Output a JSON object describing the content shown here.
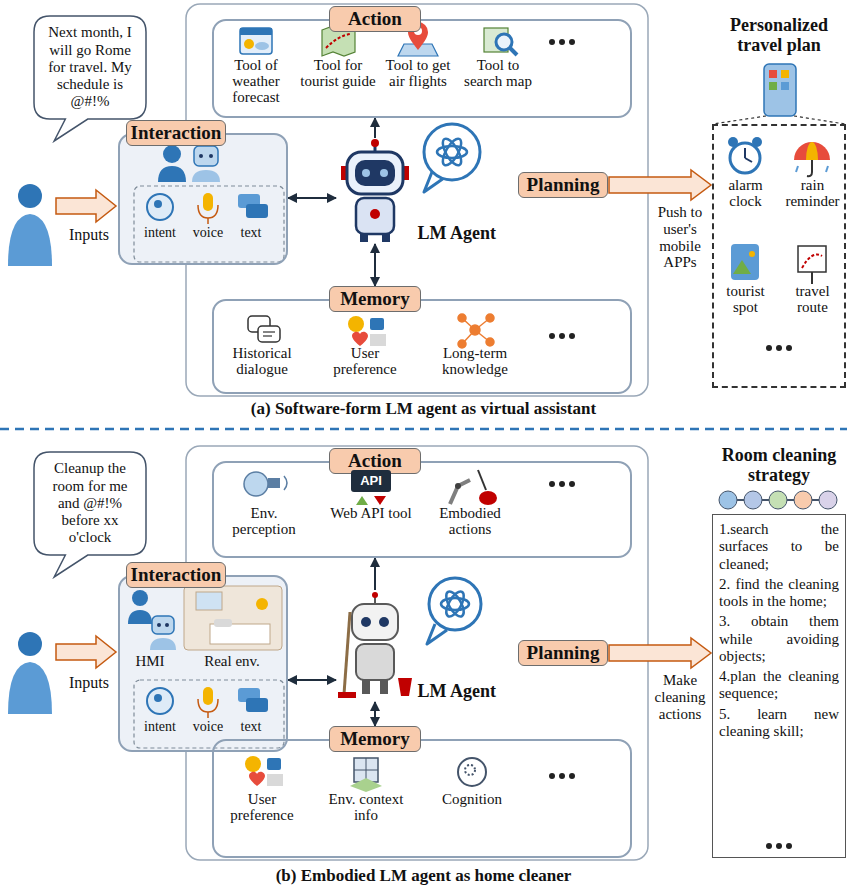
{
  "diagram": {
    "nodes": [
      {
        "text": [
          "Next month, I will go Rome for travel. My schedule is @#!%"
        ]
      },
      {
        "text": [
          "Action"
        ]
      },
      {
        "text": [
          "Tool of weather forecast"
        ],
        "in": 1
      },
      {
        "text": [
          "Tool for tourist guide"
        ],
        "in": 1
      },
      {
        "text": [
          "Tool to get air flights"
        ],
        "in": 1
      },
      {
        "text": [
          "Tool to search map"
        ],
        "in": 1
      },
      {
        "text": [
          "Interaction"
        ]
      },
      {
        "text": [
          "intent"
        ],
        "in": 6
      },
      {
        "text": [
          "voice"
        ],
        "in": 6
      },
      {
        "text": [
          "text"
        ],
        "in": 6
      },
      {
        "text": [
          "LM Agent"
        ]
      },
      {
        "text": [
          "Planning"
        ]
      },
      {
        "text": [
          "Memory"
        ]
      },
      {
        "text": [
          "Historical dialogue"
        ],
        "in": 12
      },
      {
        "text": [
          "User preference"
        ],
        "in": 12
      },
      {
        "text": [
          "Long-term knowledge"
        ],
        "in": 12
      },
      {
        "text": [
          "Personalized travel plan"
        ]
      },
      {
        "text": [
          "alarm clock"
        ],
        "in": 16
      },
      {
        "text": [
          "rain reminder"
        ],
        "in": 16
      },
      {
        "text": [
          "tourist spot"
        ],
        "in": 16
      },
      {
        "text": [
          "travel route"
        ],
        "in": 16
      },
      {
        "text": [
          "Cleanup the room for me and @#!% before xx o'clock"
        ]
      },
      {
        "text": [
          "Action"
        ]
      },
      {
        "text": [
          "Env. perception"
        ],
        "in": 22
      },
      {
        "text": [
          "API",
          "Web API tool"
        ],
        "in": 22
      },
      {
        "text": [
          "Embodied actions"
        ],
        "in": 22
      },
      {
        "text": [
          "Interaction"
        ]
      },
      {
        "text": [
          "HMI"
        ],
        "in": 26
      },
      {
        "text": [
          "Real env."
        ],
        "in": 26
      },
      {
        "text": [
          "intent"
        ],
        "in": 26
      },
      {
        "text": [
          "voice"
        ],
        "in": 26
      },
      {
        "text": [
          "text"
        ],
        "in": 26
      },
      {
        "text": [
          "LM Agent"
        ]
      },
      {
        "text": [
          "Planning"
        ]
      },
      {
        "text": [
          "Memory"
        ]
      },
      {
        "text": [
          "User preference"
        ],
        "in": 34
      },
      {
        "text": [
          "Env. context info"
        ],
        "in": 34
      },
      {
        "text": [
          "Cognition"
        ],
        "in": 34
      },
      {
        "text": [
          "Room cleaning strategy",
          "1.search the surfaces to be cleaned;",
          "2. find the cleaning tools in the home;",
          "3. obtain them while avoiding objects;",
          "4.plan the cleaning sequence;",
          "5. learn new cleaning skill;"
        ]
      }
    ],
    "edges": [
      {
        "from": 6,
        "to": 10,
        "arrow": "both"
      },
      {
        "from": 10,
        "to": 1,
        "arrow": "to"
      },
      {
        "from": 10,
        "to": 12,
        "arrow": "both"
      },
      {
        "from": 11,
        "to": 16,
        "arrow": "to",
        "label": "Push to user's mobile APPs"
      },
      {
        "from": 26,
        "to": 32,
        "arrow": "both"
      },
      {
        "from": 32,
        "to": 22,
        "arrow": "to"
      },
      {
        "from": 32,
        "to": 34,
        "arrow": "both"
      },
      {
        "from": 33,
        "to": 38,
        "arrow": "to",
        "label": "Make cleaning actions"
      }
    ],
    "labels": [
      "Inputs",
      "(a) Software-form LM agent as virtual assistant",
      "Inputs",
      "(b) Embodied LM agent as home cleaner"
    ]
  }
}
